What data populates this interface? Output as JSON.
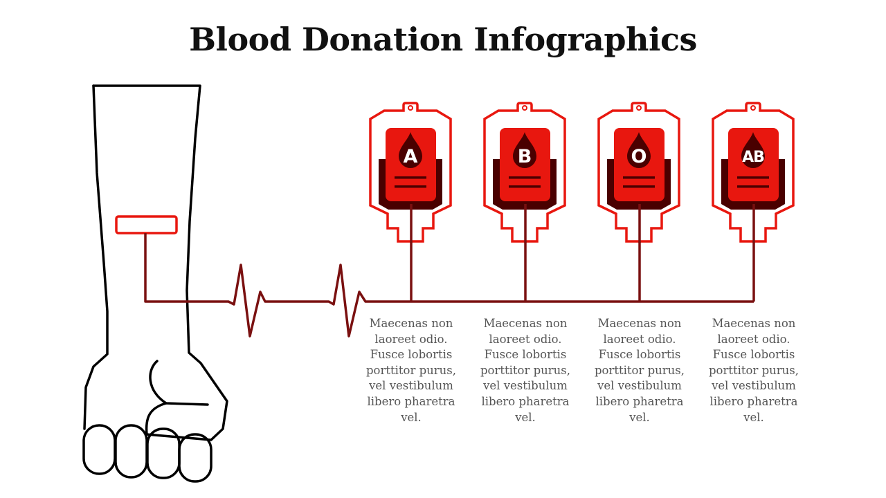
{
  "title": "Blood Donation Infographics",
  "colors": {
    "bag_outline": "#e8170f",
    "card": "#e8170f",
    "dark": "#4a0000",
    "line": "#7a1010",
    "text": "#555555"
  },
  "groups": [
    {
      "blood_type": "A",
      "description": "Maecenas non laoreet odio. Fusce lobortis porttitor purus, vel vestibulum libero pharetra vel."
    },
    {
      "blood_type": "B",
      "description": "Maecenas non laoreet odio. Fusce lobortis porttitor purus, vel vestibulum libero pharetra vel."
    },
    {
      "blood_type": "O",
      "description": "Maecenas non laoreet odio. Fusce lobortis porttitor purus, vel vestibulum libero pharetra vel."
    },
    {
      "blood_type": "AB",
      "description": "Maecenas non laoreet odio. Fusce lobortis porttitor purus, vel vestibulum libero pharetra vel."
    }
  ]
}
